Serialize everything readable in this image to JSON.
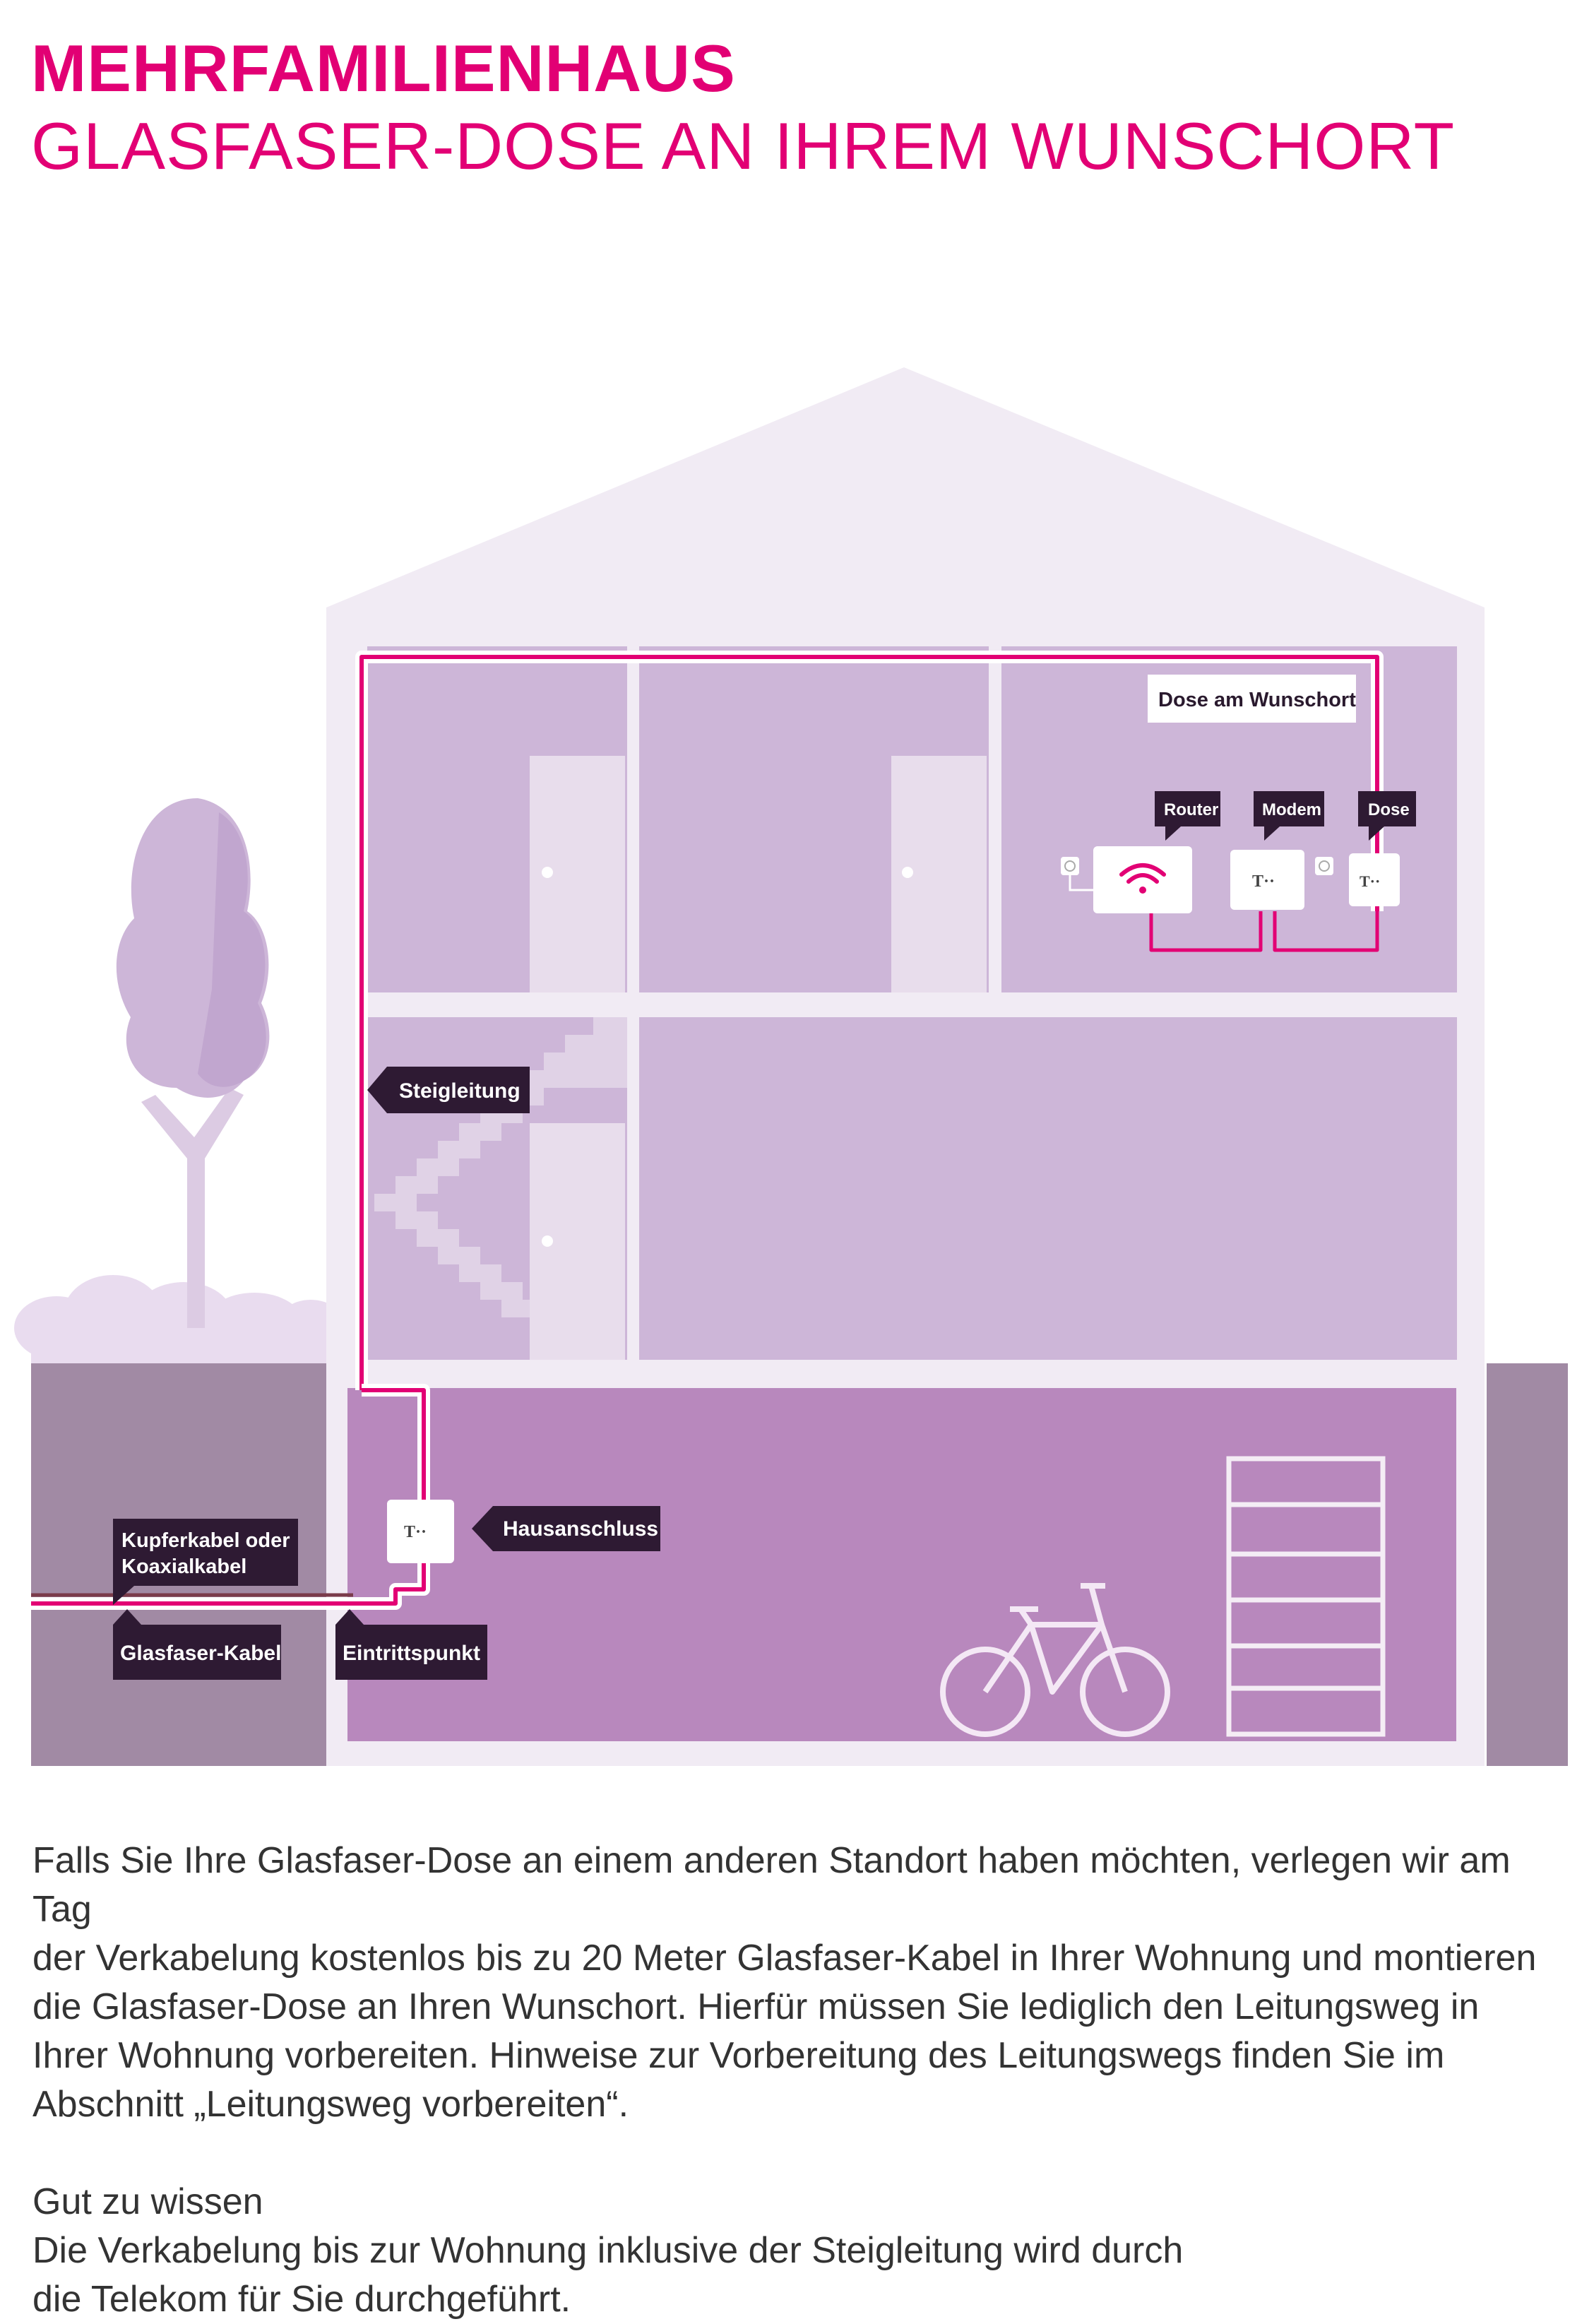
{
  "header": {
    "title_line1": "MEHRFAMILIENHAUS",
    "title_line2": "GLASFASER-DOSE AN IHREM WUNSCHORT"
  },
  "labels": {
    "dose_wunschort": "Dose am Wunschort",
    "router": "Router",
    "modem": "Modem",
    "dose": "Dose",
    "steigleitung": "Steigleitung",
    "kupferkabel_line1": "Kupferkabel oder",
    "kupferkabel_line2": "Koaxialkabel",
    "hausanschluss": "Hausanschluss",
    "glasfaser_kabel": "Glasfaser-Kabel",
    "eintrittspunkt": "Eintrittspunkt"
  },
  "body": {
    "paragraph_lines": [
      "Falls Sie Ihre Glasfaser-Dose an einem anderen Standort haben möchten, verlegen wir am Tag",
      "der Verkabelung kostenlos bis zu 20 Meter Glasfaser-Kabel in Ihrer Wohnung und montieren",
      "die Glasfaser-Dose an Ihren Wunschort. Hierfür müssen Sie lediglich den Leitungsweg in",
      "Ihrer Wohnung vorbereiten. Hinweise zur Vorbereitung des Leitungswegs finden Sie im",
      "Abschnitt „Leitungsweg vorbereiten“."
    ],
    "subheading": "Gut zu wissen",
    "note_lines": [
      "Die Verkabelung bis zur Wohnung inklusive der Steigleitung wird durch",
      "die Telekom für Sie durchgeführt."
    ]
  },
  "colors": {
    "magenta": "#e20074",
    "label_bg": "#2e1a33",
    "roof": "#f1ebf4",
    "room_top": "#cdb6d8",
    "basement": "#b888bd",
    "ground": "#9e7e9e"
  },
  "icons": [
    "telekom-logo-icon",
    "wifi-icon",
    "power-socket-icon",
    "door-icon",
    "bicycle-icon",
    "shelf-icon",
    "tree-icon"
  ]
}
